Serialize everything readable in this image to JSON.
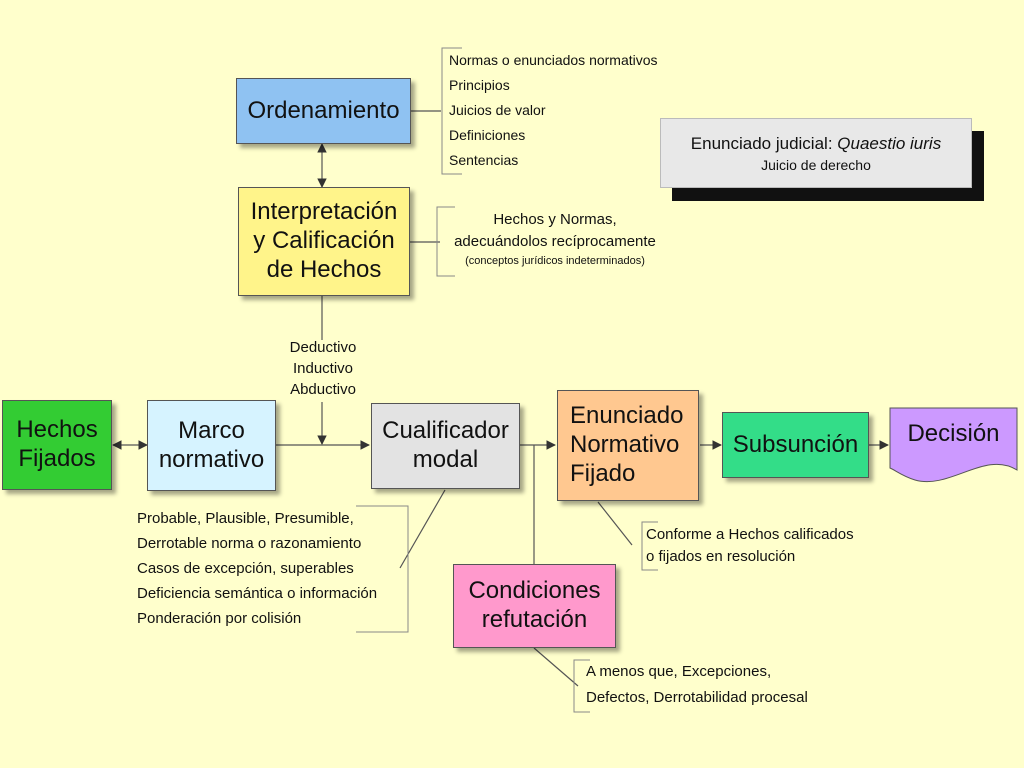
{
  "colors": {
    "background": "#ffffcc",
    "ordenamiento": "#8fc2f2",
    "interpretacion": "#fff48a",
    "hechos_fijados": "#33cc33",
    "marco": "#d6f3ff",
    "cualificador": "#e3e3e3",
    "enunciado": "#ffc890",
    "subsuncion": "#33dd88",
    "decision": "#cc99ff",
    "condiciones": "#ff99cc",
    "judicial": "#e8e8e8"
  },
  "nodes": {
    "ordenamiento": "Ordenamiento",
    "interpretacion": "Interpretación\ny Calificación\nde Hechos",
    "hechos_fijados": "Hechos\nFijados",
    "marco_normativo": "Marco\nnormativo",
    "cualificador_modal": "Cualificador\nmodal",
    "enunciado_normativo": "Enunciado\nNormativo\nFijado",
    "subsuncion": "Subsunción",
    "decision": "Decisión",
    "condiciones_refutacion": "Condiciones\nrefutación"
  },
  "notes": {
    "ordenamiento_list": [
      "Normas o enunciados normativos",
      "Principios",
      "Juicios de valor",
      "Definiciones",
      "Sentencias"
    ],
    "interpretacion_note": [
      "Hechos y Normas,",
      "adecuándolos recíprocamente",
      "(conceptos jurídicos indeterminados)"
    ],
    "razonamiento": [
      "Deductivo",
      "Inductivo",
      "Abductivo"
    ],
    "cualificador_list": [
      "Probable, Plausible, Presumible,",
      "Derrotable norma o razonamiento",
      "Casos de excepción, superables",
      "Deficiencia semántica o información",
      "Ponderación por colisión"
    ],
    "enunciado_note": [
      "Conforme a Hechos calificados",
      "o fijados en resolución"
    ],
    "condiciones_note": [
      "A menos que, Excepciones,",
      "Defectos, Derrotabilidad procesal"
    ]
  },
  "judicial": {
    "prefix": "Enunciado judicial: ",
    "italic": "Quaestio iuris",
    "subtitle": "Juicio de derecho"
  }
}
